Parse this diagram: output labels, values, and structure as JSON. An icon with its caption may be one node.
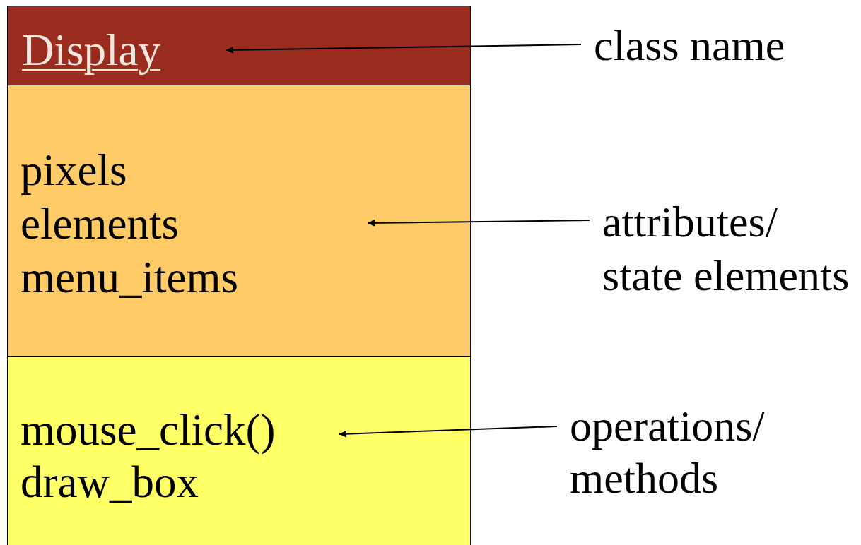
{
  "diagram": {
    "nodes": [
      {
        "text": [
          "Display"
        ]
      },
      {
        "text": [
          "pixels",
          "elements",
          "menu_items"
        ]
      },
      {
        "text": [
          "mouse_click()",
          "draw_box"
        ]
      },
      {
        "text": [
          "class name"
        ]
      },
      {
        "text": [
          "attributes/ state elements"
        ]
      },
      {
        "text": [
          "operations/ methods"
        ]
      }
    ],
    "edges": [
      {
        "from": 3,
        "to": 0,
        "arrow": "to"
      },
      {
        "from": 4,
        "to": 1,
        "arrow": "to"
      },
      {
        "from": 5,
        "to": 2,
        "arrow": "to"
      }
    ]
  }
}
